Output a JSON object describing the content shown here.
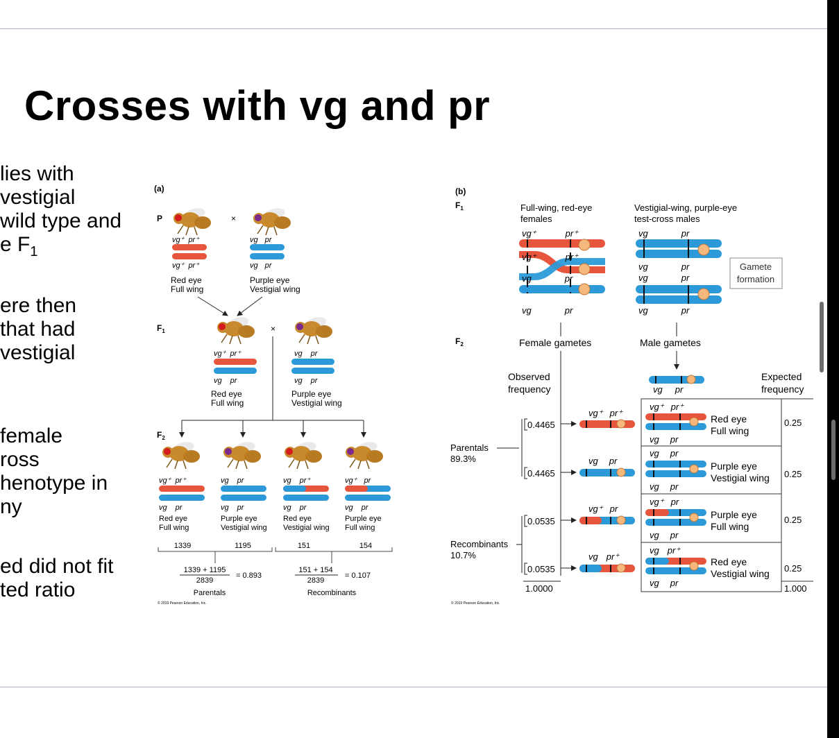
{
  "slide": {
    "title": "Crosses with vg and pr",
    "bullets": [
      [
        "lies with",
        "vestigial",
        "wild type and",
        "e F"
      ],
      [
        "ere then",
        "that had",
        "vestigial"
      ],
      [
        "female",
        "ross",
        "henotype in",
        "ny"
      ],
      [
        "ed did not fit",
        "ted ratio"
      ]
    ],
    "bullet_subscript": "1"
  },
  "fig_a": {
    "label": "(a)",
    "gen_p": "P",
    "gen_f1": "F",
    "gen_f2": "F",
    "sub1": "1",
    "sub2": "2",
    "cross": "×",
    "p_female": {
      "top": [
        "vg⁺",
        "pr⁺"
      ],
      "bottom": [
        "vg⁺",
        "pr⁺"
      ],
      "pheno1": "Red eye",
      "pheno2": "Full wing"
    },
    "p_male": {
      "top": [
        "vg",
        "pr"
      ],
      "bottom": [
        "vg",
        "pr"
      ],
      "pheno1": "Purple eye",
      "pheno2": "Vestigial wing"
    },
    "f1_female": {
      "top": [
        "vg⁺",
        "pr⁺"
      ],
      "bottom": [
        "vg",
        "pr"
      ],
      "pheno1": "Red eye",
      "pheno2": "Full wing"
    },
    "f1_male": {
      "top": [
        "vg",
        "pr"
      ],
      "bottom": [
        "vg",
        "pr"
      ],
      "pheno1": "Purple eye",
      "pheno2": "Vestigial wing"
    },
    "f2": [
      {
        "top": [
          "vg⁺",
          "pr⁺"
        ],
        "bottom": [
          "vg",
          "pr"
        ],
        "pheno1": "Red eye",
        "pheno2": "Full wing",
        "count": "1339"
      },
      {
        "top": [
          "vg",
          "pr"
        ],
        "bottom": [
          "vg",
          "pr"
        ],
        "pheno1": "Purple eye",
        "pheno2": "Vestigial wing",
        "count": "1195"
      },
      {
        "top": [
          "vg",
          "pr⁺"
        ],
        "bottom": [
          "vg",
          "pr"
        ],
        "pheno1": "Red eye",
        "pheno2": "Vestigial wing",
        "count": "151"
      },
      {
        "top": [
          "vg⁺",
          "pr"
        ],
        "bottom": [
          "vg",
          "pr"
        ],
        "pheno1": "Purple eye",
        "pheno2": "Full wing",
        "count": "154"
      }
    ],
    "calc_parental": {
      "num": "1339 + 1195",
      "den": "2839",
      "result": "= 0.893",
      "label": "Parentals"
    },
    "calc_recomb": {
      "num": "151 + 154",
      "den": "2839",
      "result": "= 0.107",
      "label": "Recombinants"
    },
    "copyright": "© 2019 Pearson Education, Inc."
  },
  "fig_b": {
    "label": "(b)",
    "gen_f1": "F",
    "gen_f2": "F",
    "sub1": "1",
    "sub2": "2",
    "female_title": [
      "Full-wing, red-eye",
      "females"
    ],
    "male_title": [
      "Vestigial-wing, purple-eye",
      "test-cross males"
    ],
    "female_alleles": [
      [
        "vg⁺",
        "pr⁺"
      ],
      [
        "vg⁺",
        "pr⁺"
      ],
      [
        "vg",
        "pr"
      ],
      [
        "vg",
        "pr"
      ]
    ],
    "male_alleles": [
      [
        "vg",
        "pr"
      ],
      [
        "vg",
        "pr"
      ],
      [
        "vg",
        "pr"
      ],
      [
        "vg",
        "pr"
      ]
    ],
    "gamete_formation": [
      "Gamete",
      "formation"
    ],
    "female_gametes": "Female gametes",
    "male_gametes": "Male gametes",
    "male_gamete_alleles": [
      "vg",
      "pr"
    ],
    "observed": [
      "Observed",
      "frequency"
    ],
    "expected": [
      "Expected",
      "frequency"
    ],
    "parentals": [
      "Parentals",
      "89.3%"
    ],
    "recombinants": [
      "Recombinants",
      "10.7%"
    ],
    "rows": [
      {
        "obs": "0.4465",
        "gamete": [
          "vg⁺",
          "pr⁺"
        ],
        "top": [
          "vg⁺",
          "pr⁺"
        ],
        "bottom": [
          "vg",
          "pr"
        ],
        "pheno1": "Red eye",
        "pheno2": "Full wing",
        "exp": "0.25"
      },
      {
        "obs": "0.4465",
        "gamete": [
          "vg",
          "pr"
        ],
        "top": [
          "vg",
          "pr"
        ],
        "bottom": [
          "vg",
          "pr"
        ],
        "pheno1": "Purple eye",
        "pheno2": "Vestigial wing",
        "exp": "0.25"
      },
      {
        "obs": "0.0535",
        "gamete": [
          "vg⁺",
          "pr"
        ],
        "top": [
          "vg⁺",
          "pr"
        ],
        "bottom": [
          "vg",
          "pr"
        ],
        "pheno1": "Purple eye",
        "pheno2": "Full wing",
        "exp": "0.25"
      },
      {
        "obs": "0.0535",
        "gamete": [
          "vg",
          "pr⁺"
        ],
        "top": [
          "vg",
          "pr⁺"
        ],
        "bottom": [
          "vg",
          "pr"
        ],
        "pheno1": "Red eye",
        "pheno2": "Vestigial wing",
        "exp": "0.25"
      }
    ],
    "obs_total": "1.0000",
    "exp_total": "1.000",
    "copyright": "© 2019 Pearson Education, Inc."
  },
  "colors": {
    "red": "#e8553d",
    "blue": "#2c9ad8",
    "centromere": "#f7b87e",
    "fly_body": "#c98a2e",
    "eye_red": "#d41c1c",
    "eye_purple": "#7b2a8c",
    "rule": "#a9b7c6"
  }
}
